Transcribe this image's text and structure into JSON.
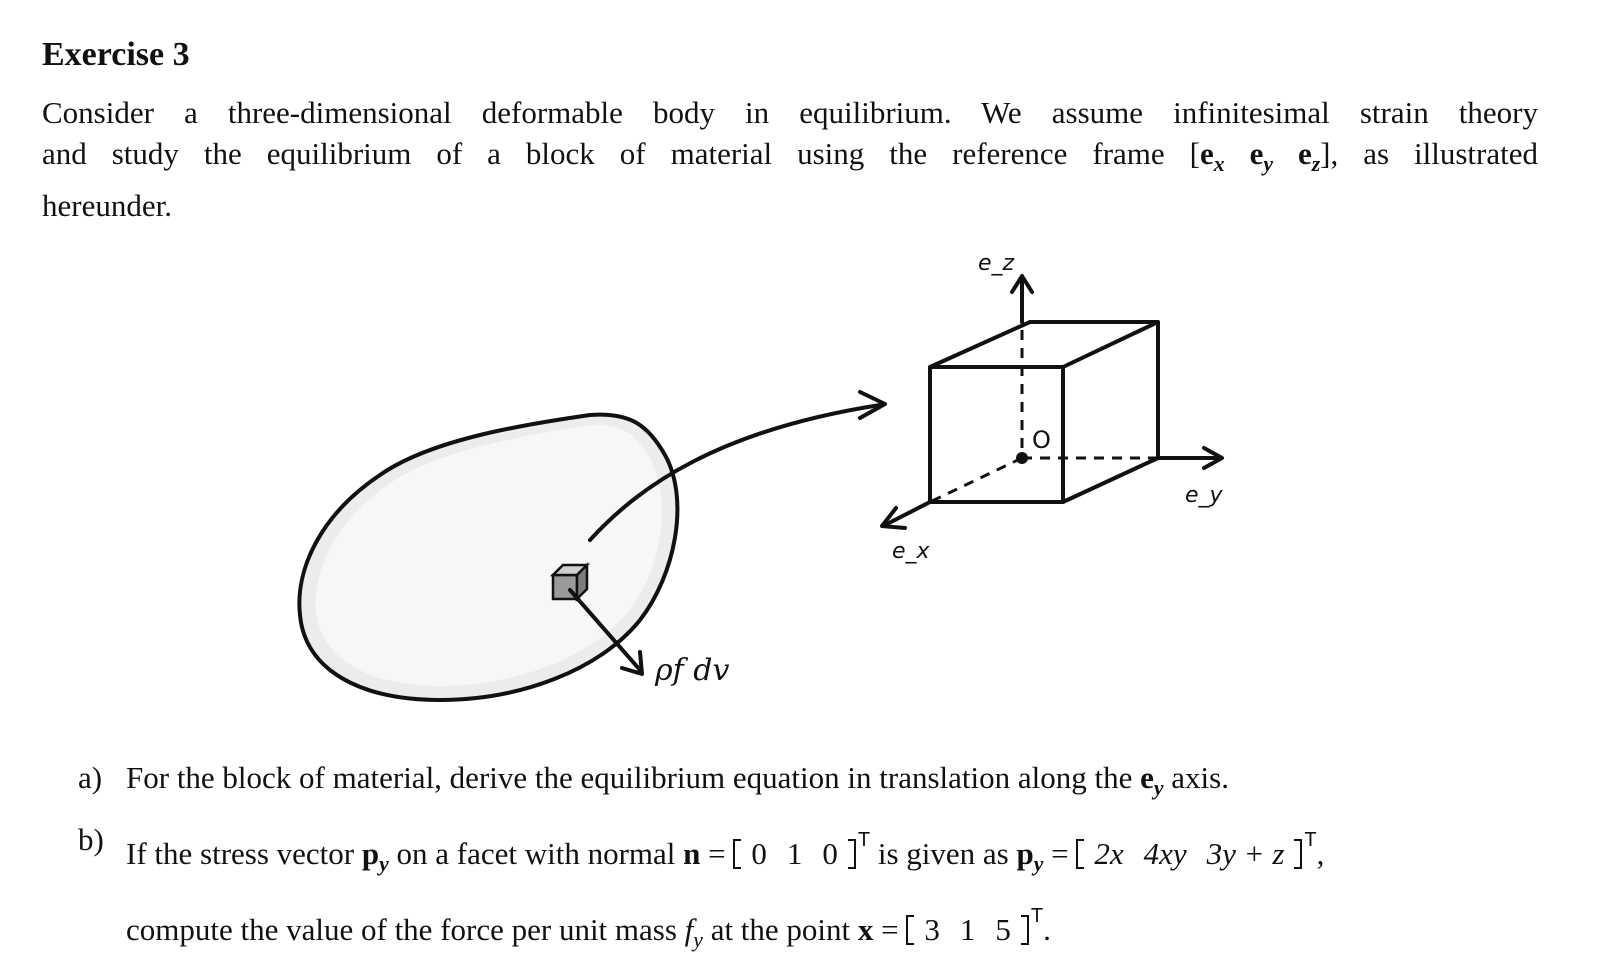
{
  "exercise": {
    "title": "Exercise 3"
  },
  "intro": {
    "line1": "Consider a three-dimensional deformable body in equilibrium. We assume infinitesimal strain theory",
    "line2_before": "and study the equilibrium of a block of material using the reference frame [",
    "line2_ex": "e",
    "line2_ex_sub": "x",
    "line2_ey": "e",
    "line2_ey_sub": "y",
    "line2_ez": "e",
    "line2_ez_sub": "z",
    "line2_after": "], as illustrated",
    "line3": "hereunder."
  },
  "figure": {
    "label_ez": "e_z",
    "label_ey": "e_y",
    "label_ex": "e_x",
    "label_origin": "O",
    "label_force": "ρf dv"
  },
  "questions": {
    "a": {
      "tag": "a)",
      "text_before": "For the block of material, derive the equilibrium equation in translation along the ",
      "vec": "e",
      "vec_sub": "y",
      "text_after": " axis."
    },
    "b": {
      "tag": "b)",
      "t1": "If the stress vector ",
      "p": "p",
      "p_sub": "y",
      "t2": " on a facet with normal ",
      "n": "n",
      "eq": " = ",
      "n_vec": [
        "0",
        "1",
        "0"
      ],
      "t3": " is given as ",
      "p2": "p",
      "p2_sub": "y",
      "eq2": " = ",
      "p_vec": [
        "2x",
        "4xy",
        "3y + z"
      ],
      "comma": ",",
      "t4": "compute the value of the force per unit mass ",
      "f": "f",
      "f_sub": "y",
      "t5": " at the point ",
      "x": "x",
      "eq3": " = ",
      "x_vec": [
        "3",
        "1",
        "5"
      ],
      "period": ".",
      "transpose": "T"
    }
  }
}
